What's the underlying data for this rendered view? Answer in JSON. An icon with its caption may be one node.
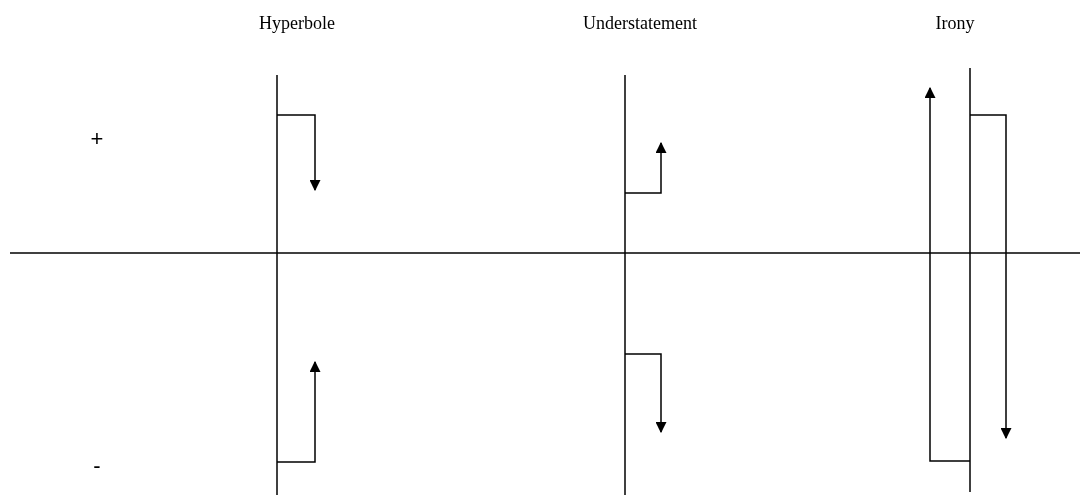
{
  "diagram": {
    "labels": [
      "Hyperbole",
      "Understatement",
      "Irony",
      "+",
      "-"
    ]
  }
}
